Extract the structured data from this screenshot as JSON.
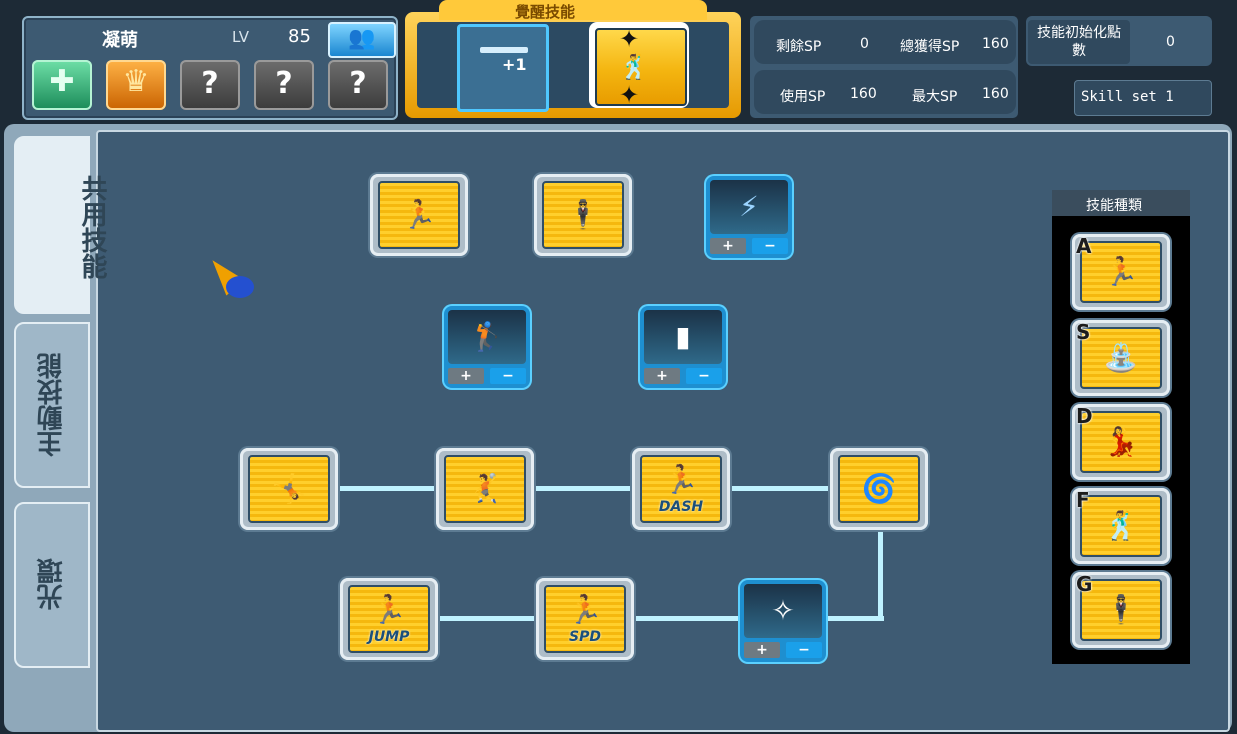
{
  "character": {
    "name": "凝萌",
    "level_label": "LV",
    "level": "85"
  },
  "awakening": {
    "title": "覺醒技能",
    "plus_label": "+1"
  },
  "sp": {
    "remaining_label": "剩餘SP",
    "remaining": "0",
    "total_label": "總獲得SP",
    "total": "160",
    "used_label": "使用SP",
    "used": "160",
    "max_label": "最大SP",
    "max": "160"
  },
  "reset": {
    "label": "技能初始化點數",
    "value": "0"
  },
  "skill_set": {
    "label": "Skill set 1"
  },
  "tabs": [
    {
      "label": "共用技能"
    },
    {
      "label": "主動技能"
    },
    {
      "label": "光環"
    }
  ],
  "skill_types": {
    "title": "技能種類",
    "keys": [
      "A",
      "S",
      "D",
      "F",
      "G"
    ]
  },
  "skills": {
    "dash_text": "DASH",
    "jump_text": "JUMP",
    "spd_text": "SPD",
    "plus": "+",
    "minus": "−"
  },
  "colors": {
    "panel": "#3d5a72",
    "gold": "#f5b80e",
    "highlight": "#1aa0ea",
    "link": "#bff2ff"
  }
}
